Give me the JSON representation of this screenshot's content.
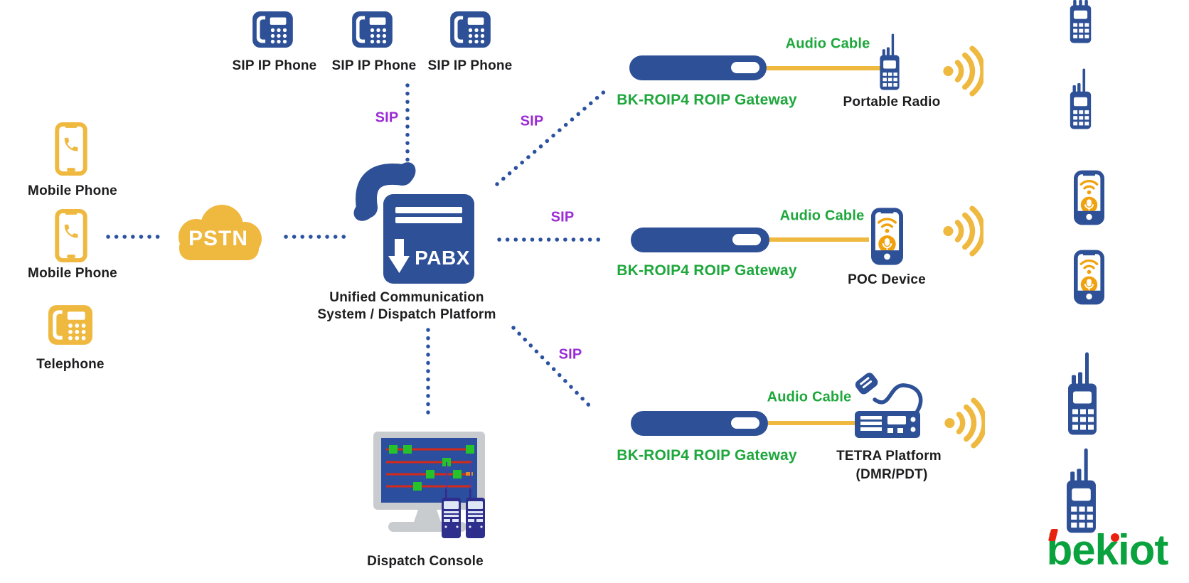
{
  "left": {
    "mobile1": "Mobile Phone",
    "mobile2": "Mobile Phone",
    "telephone": "Telephone",
    "pstn": "PSTN"
  },
  "top": {
    "sip1": "SIP IP Phone",
    "sip2": "SIP IP Phone",
    "sip3": "SIP IP Phone"
  },
  "center": {
    "pabx": "PABX",
    "platform1": "Unified Communication",
    "platform2": "System / Dispatch Platform",
    "console": "Dispatch Console"
  },
  "sip": {
    "top": "SIP",
    "r1": "SIP",
    "r2": "SIP",
    "r3": "SIP"
  },
  "rows": {
    "r1": {
      "gateway": "BK-ROIP4 ROIP Gateway",
      "cable": "Audio Cable",
      "device": "Portable Radio"
    },
    "r2": {
      "gateway": "BK-ROIP4 ROIP Gateway",
      "cable": "Audio Cable",
      "device": "POC Device"
    },
    "r3": {
      "gateway": "BK-ROIP4 ROIP Gateway",
      "cable": "Audio Cable",
      "device": "TETRA Platform",
      "device2": "(DMR/PDT)"
    }
  },
  "logo": {
    "text": "bekiot"
  },
  "icons": [
    "sip-ip-phone-icon",
    "mobile-phone-icon",
    "telephone-icon",
    "pstn-cloud-icon",
    "pabx-handset-icon",
    "pabx-box-icon",
    "roip-gateway-icon",
    "audio-cable-line",
    "portable-radio-icon",
    "poc-device-icon",
    "tetra-radio-icon",
    "signal-waves-icon",
    "dispatch-console-icon",
    "dotted-connector"
  ],
  "colors": {
    "blue": "#2d5096",
    "yellow": "#efb83e",
    "green": "#1ea73c",
    "purple": "#9a2bd6",
    "dot_blue": "#2a52a0",
    "navy": "#2e2e8c",
    "logo_green": "#0aa23e",
    "logo_red": "#e8220f",
    "screen_blue": "#2b4f9e",
    "line_red": "#d42a18",
    "square_green": "#25c22c",
    "monitor_gray": "#c9cccf",
    "orange": "#f0a10e",
    "text": "#1d1d1f"
  }
}
